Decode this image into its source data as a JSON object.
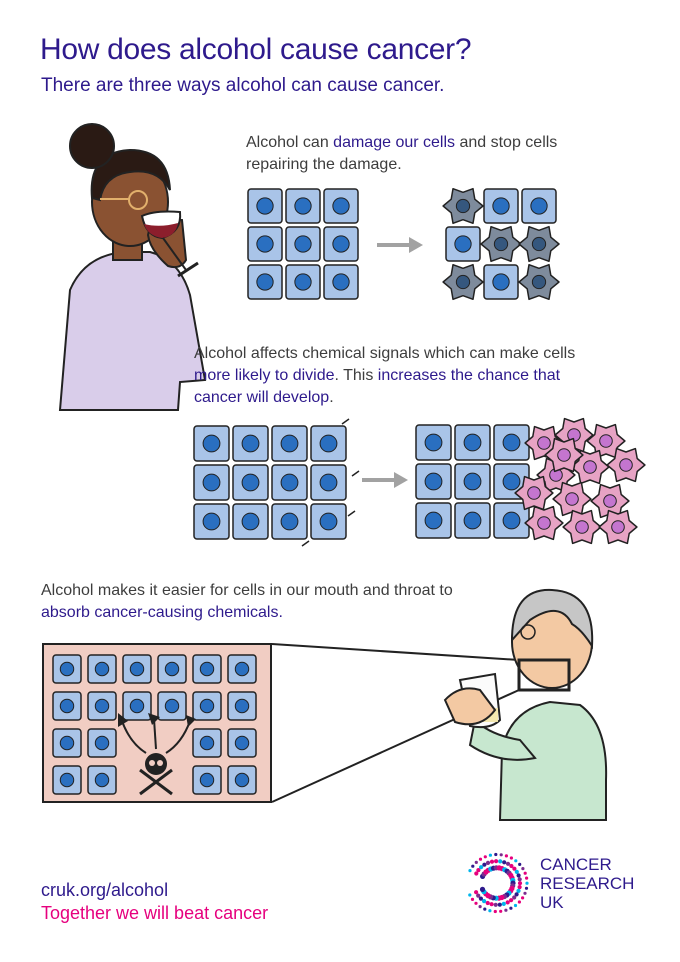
{
  "title": "How does alcohol cause cancer?",
  "subtitle": "There are three ways alcohol can cause cancer.",
  "section1": {
    "pre": "Alcohol can ",
    "highlight": "damage our cells",
    "post": " and stop cells repairing the damage."
  },
  "section2": {
    "pre": "Alcohol affects chemical signals which can make cells ",
    "highlight1": "more likely to divide",
    "mid": ". This ",
    "highlight2": "increases the chance that cancer will develop",
    "post": "."
  },
  "section3": {
    "pre": "Alcohol makes it easier for cells in our mouth and throat to ",
    "highlight": "absorb cancer-causing chemicals."
  },
  "footer": {
    "url": "cruk.org/alcohol",
    "tagline": "Together we will beat cancer"
  },
  "logo": {
    "line1": "CANCER",
    "line2": "RESEARCH",
    "line3": "UK"
  },
  "colors": {
    "brand_purple": "#2e1a8c",
    "brand_pink": "#e6007e",
    "cell_fill": "#a9c4e8",
    "nucleus": "#2a6fc0",
    "cancer_fill": "#e7a3c4",
    "cancer_nucleus": "#c475cf",
    "damaged_cell": "#7e8b9c",
    "tissue_bg": "#f1cdc3"
  },
  "icons": {
    "arrow": "right-arrow-icon",
    "skull": "skull-crossbones-icon",
    "logo": "cruk-c-logo-icon"
  }
}
